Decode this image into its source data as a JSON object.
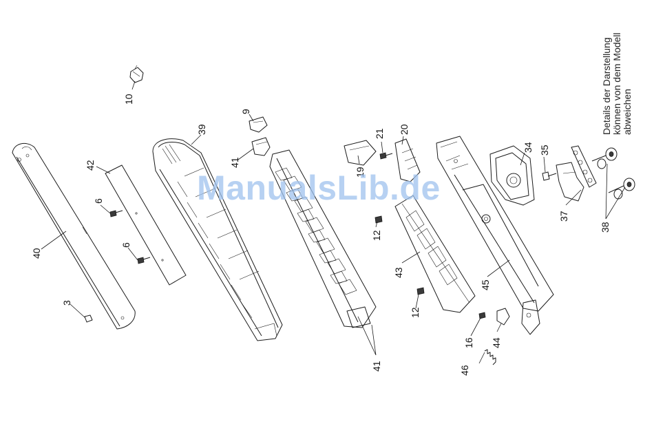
{
  "note": {
    "lines": [
      "Details der Darstellung",
      "können von dem Modell",
      "abweichen"
    ]
  },
  "watermark": "ManualsLib.de",
  "callouts": [
    "10",
    "9",
    "39",
    "41",
    "42",
    "40",
    "6",
    "6",
    "3",
    "21",
    "20",
    "19",
    "12",
    "43",
    "12",
    "34",
    "35",
    "37",
    "38",
    "45",
    "16",
    "44",
    "46",
    "41"
  ],
  "colors": {
    "line": "#1a1a1a",
    "watermark": "#9fc2ee",
    "background": "#ffffff"
  }
}
